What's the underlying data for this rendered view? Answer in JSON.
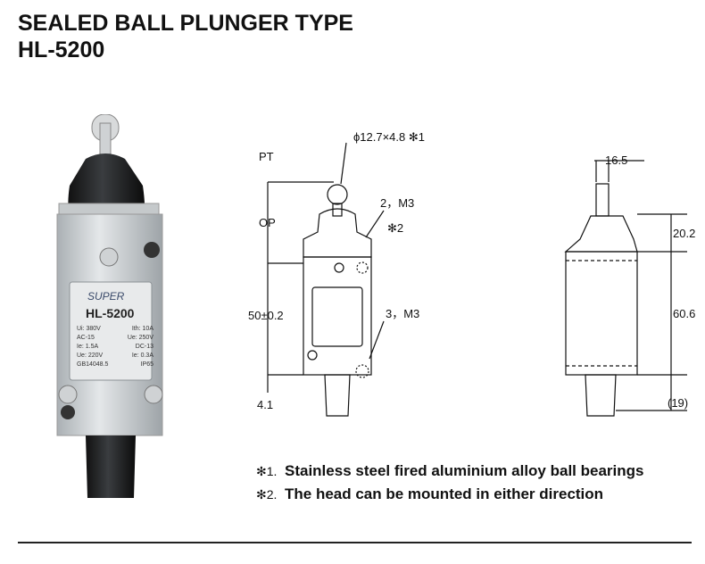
{
  "header": {
    "line1": "SEALED BALL PLUNGER TYPE",
    "line2": "HL-5200"
  },
  "product": {
    "brand": "SUPER",
    "model": "HL-5200",
    "specs": [
      [
        "Ui: 380V",
        "Ith: 10A"
      ],
      [
        "AC-15",
        "Ue: 250V"
      ],
      [
        "Ie: 1.5A",
        "DC-13"
      ],
      [
        "Ue: 220V",
        "Ie: 0.3A"
      ],
      [
        "GB14048.5",
        "IP65"
      ]
    ]
  },
  "front_view": {
    "roller": "ϕ12.7×4.8 ✻1",
    "pt": "PT",
    "op": "OP",
    "screw_top": "2，M3",
    "note2": "✻2",
    "height": "50±0.2",
    "screw_bottom": "3，M3",
    "bottom": "4.1"
  },
  "side_view": {
    "width": "16.5",
    "head": "20.2",
    "body": "60.6",
    "plunger": "(19)"
  },
  "notes": [
    {
      "mark": "✻1.",
      "text": "Stainless steel fired aluminium alloy ball bearings"
    },
    {
      "mark": "✻2.",
      "text": "The head can be mounted in either direction"
    }
  ]
}
